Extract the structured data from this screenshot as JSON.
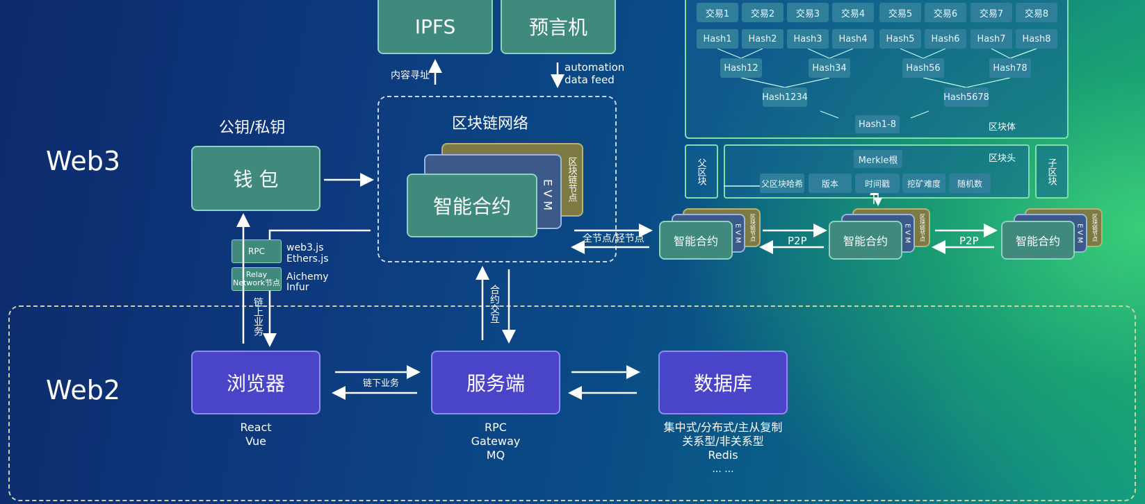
{
  "diagram": {
    "rows": {
      "web3": "Web3",
      "web2": "Web2"
    },
    "top": {
      "ipfs": "IPFS",
      "oracle": "预言机",
      "content_addressing": "内容寻址",
      "automation": "automation",
      "data_feed": "data feed"
    },
    "network": {
      "title": "区块链网络",
      "contract": "智能合约",
      "evm": "E V M",
      "node": "区块链节点"
    },
    "wallet": {
      "keys": "公钥/私钥",
      "label": "钱 包",
      "rpc": "RPC",
      "relay": "Relay Network节点",
      "libs": [
        "web3.js",
        "Ethers.js"
      ],
      "providers": [
        "Aichemy",
        "Infur"
      ],
      "onchain": "链上业务"
    },
    "web2": {
      "browser": "浏览器",
      "server": "服务端",
      "database": "数据库",
      "offchain": "链下业务",
      "contract_interaction": "合约交互",
      "browser_tech": [
        "React",
        "Vue"
      ],
      "server_tech": [
        "RPC",
        "Gateway",
        "MQ"
      ],
      "db_tech": [
        "集中式/分布式/主从复制",
        "关系型/非关系型",
        "Redis",
        "... ..."
      ]
    },
    "block": {
      "transactions": [
        "交易1",
        "交易2",
        "交易3",
        "交易4",
        "交易5",
        "交易6",
        "交易7",
        "交易8"
      ],
      "hashes": [
        "Hash1",
        "Hash2",
        "Hash3",
        "Hash4",
        "Hash5",
        "Hash6",
        "Hash7",
        "Hash8"
      ],
      "level2": [
        "Hash12",
        "Hash34",
        "Hash56",
        "Hash78"
      ],
      "level3": [
        "Hash1234",
        "Hash5678"
      ],
      "root": "Hash1-8",
      "body_label": "区块体",
      "merkle": "Merkle根",
      "header_label": "区块头",
      "parent": "父区块",
      "child": "子区块",
      "header_fields": [
        "父区块哈希",
        "版本",
        "时间戳",
        "挖矿难度",
        "随机数"
      ]
    },
    "nodes": {
      "full_light": "全节点/轻节点",
      "p2p": "P2P",
      "contract": "智能合约",
      "evm": "E V M",
      "node": "区块链节点"
    }
  }
}
